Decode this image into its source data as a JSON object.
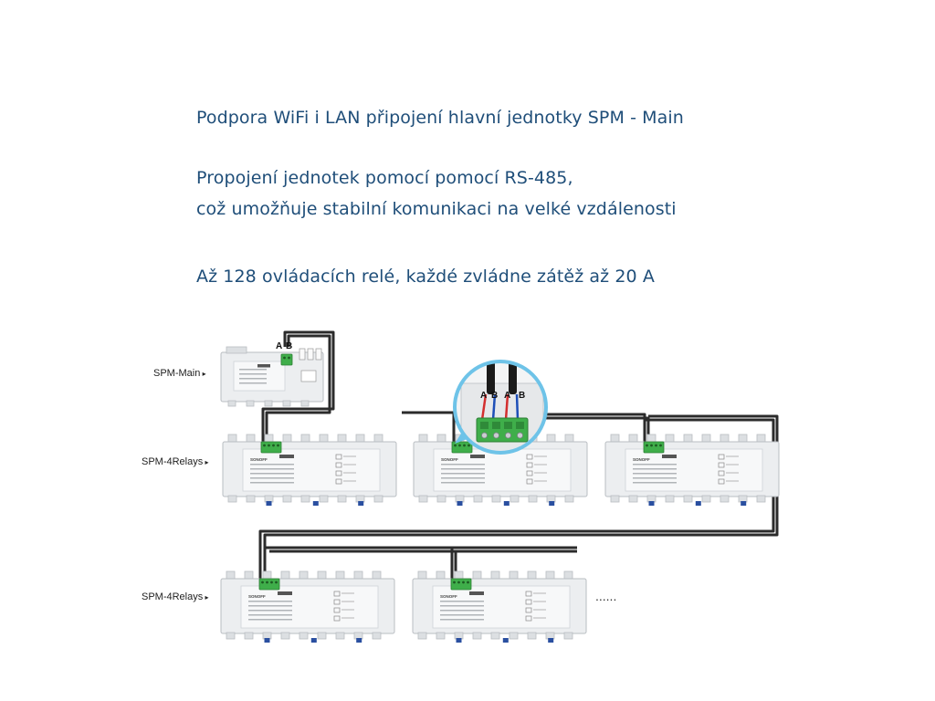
{
  "headings": {
    "line1": "Podpora WiFi i LAN připojení hlavní jednotky SPM - Main",
    "line2": "Propojení jednotek pomocí pomocí RS-485,",
    "line3": "což umožňuje stabilní komunikaci na velké vzdálenosti",
    "line4": "Až 128 ovládacích relé, každé zvládne zátěž až 20 A"
  },
  "labels": {
    "main": "SPM-Main",
    "relays_row1": "SPM-4Relays",
    "relays_row2": "SPM-4Relays"
  },
  "terminals": {
    "a": "A",
    "b": "B"
  },
  "brand": "SONOFF",
  "continuation": "......",
  "colors": {
    "heading": "#1f4e79",
    "wire": "#2b2b2b",
    "wire_a": "#d32f2f",
    "wire_b": "#1e4fb8",
    "terminal_green": "#3fae4a",
    "magnifier_ring": "#6ec3e8",
    "module_body": "#eceef0",
    "module_edge": "#b9bdc2"
  }
}
